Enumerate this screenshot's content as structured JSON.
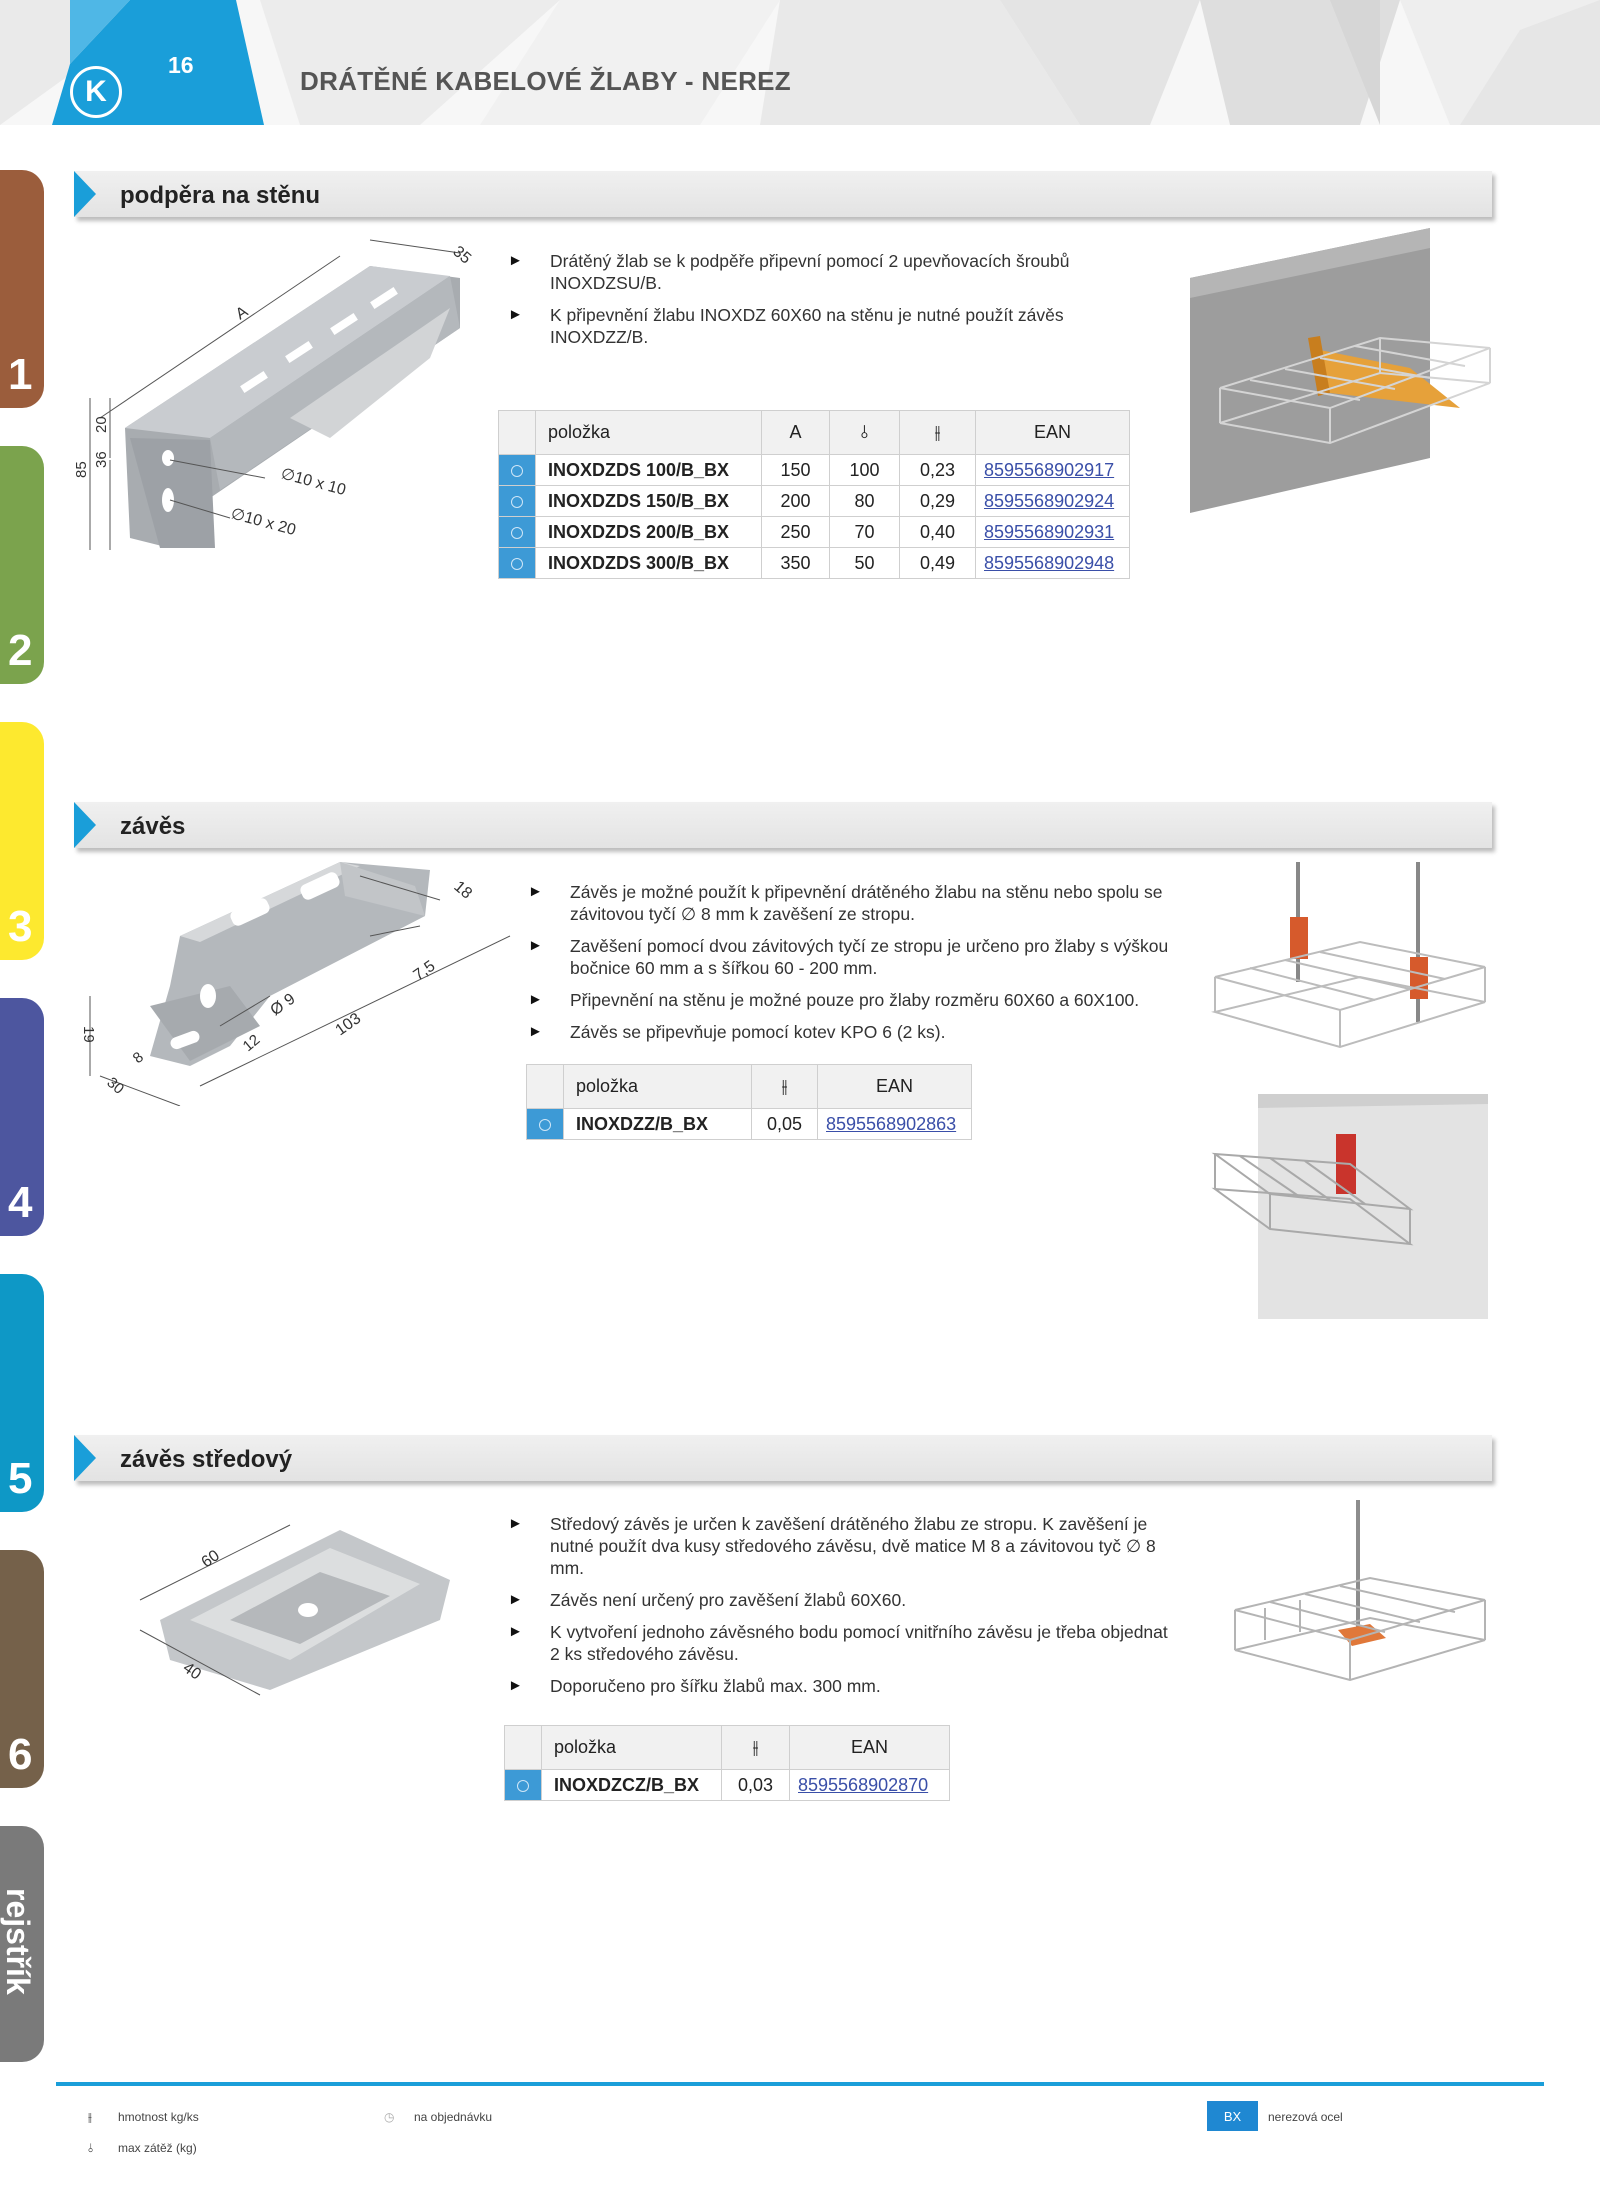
{
  "header": {
    "page_number": "16",
    "title": "DRÁTĚNÉ KABELOVÉ ŽLABY - NEREZ",
    "logo_letter": "K"
  },
  "side_tabs": [
    {
      "label": "1",
      "color": "#9b5d3c"
    },
    {
      "label": "2",
      "color": "#7ba34d"
    },
    {
      "label": "3",
      "color": "#fde92f"
    },
    {
      "label": "4",
      "color": "#4d569f"
    },
    {
      "label": "5",
      "color": "#0e98c6"
    },
    {
      "label": "6",
      "color": "#75614a"
    },
    {
      "label": "rejstřík",
      "color": "#7a7a7a"
    }
  ],
  "sections": {
    "s1": {
      "title": "podpěra na stěnu",
      "bullets": [
        "Drátěný žlab se k podpěře připevní pomocí 2 upevňovacích šroubů INOXDZSU/B.",
        "K připevnění žlabu INOXDZ 60X60 na stěnu je nutné použít závěs INOXDZZ/B."
      ],
      "dims": {
        "d35": "35",
        "dA": "A",
        "d85": "85",
        "d20": "20",
        "d36": "36",
        "h1": "∅10 x 10",
        "h2": "∅10 x 20"
      },
      "table": {
        "headers": [
          "položka",
          "A",
          "⫰",
          "⫲",
          "EAN"
        ],
        "rows": [
          [
            "INOXDZDS 100/B_BX",
            "150",
            "100",
            "0,23",
            "8595568902917"
          ],
          [
            "INOXDZDS 150/B_BX",
            "200",
            "80",
            "0,29",
            "8595568902924"
          ],
          [
            "INOXDZDS 200/B_BX",
            "250",
            "70",
            "0,40",
            "8595568902931"
          ],
          [
            "INOXDZDS 300/B_BX",
            "350",
            "50",
            "0,49",
            "8595568902948"
          ]
        ]
      }
    },
    "s2": {
      "title": "závěs",
      "bullets": [
        "Závěs je možné použít k připevnění drátěného žlabu na stěnu nebo spolu se závitovou tyčí ∅ 8 mm k zavěšení ze stropu.",
        "Zavěšení pomocí dvou závitových tyčí ze stropu je určeno pro žlaby s výškou bočnice 60 mm a s šířkou 60 - 200 mm.",
        "Připevnění na stěnu je možné pouze pro žlaby rozměru 60X60 a 60X100.",
        "Závěs se připevňuje pomocí kotev KPO 6 (2 ks)."
      ],
      "dims": {
        "d18": "18",
        "d75": "7,5",
        "d9": "Ø 9",
        "d103": "103",
        "d19": "19",
        "d8": "8",
        "d12": "12",
        "d30": "30"
      },
      "table": {
        "headers": [
          "položka",
          "⫲",
          "EAN"
        ],
        "rows": [
          [
            "INOXDZZ/B_BX",
            "0,05",
            "8595568902863"
          ]
        ]
      }
    },
    "s3": {
      "title": "závěs středový",
      "bullets": [
        "Středový závěs je určen k zavěšení drátěného žlabu ze stropu. K zavěšení je nutné použít dva kusy středového závěsu, dvě matice M 8 a závitovou tyč ∅ 8 mm.",
        "Závěs není určený pro zavěšení žlabů 60X60.",
        "K vytvoření jednoho závěsného bodu pomocí vnitřního závěsu je třeba objednat 2 ks středového závěsu.",
        "Doporučeno pro šířku žlabů max. 300 mm."
      ],
      "dims": {
        "d60": "60",
        "d40": "40"
      },
      "table": {
        "headers": [
          "položka",
          "⫲",
          "EAN"
        ],
        "rows": [
          [
            "INOXDZCZ/B_BX",
            "0,03",
            "8595568902870"
          ]
        ]
      }
    }
  },
  "legend": {
    "weight_symbol": "⫲",
    "weight": "hmotnost kg/ks",
    "load_symbol": "⫰",
    "load": "max zátěž (kg)",
    "order_symbol": "◷",
    "order": "na objednávku",
    "bx_badge": "BX",
    "bx": "nerezová ocel"
  }
}
